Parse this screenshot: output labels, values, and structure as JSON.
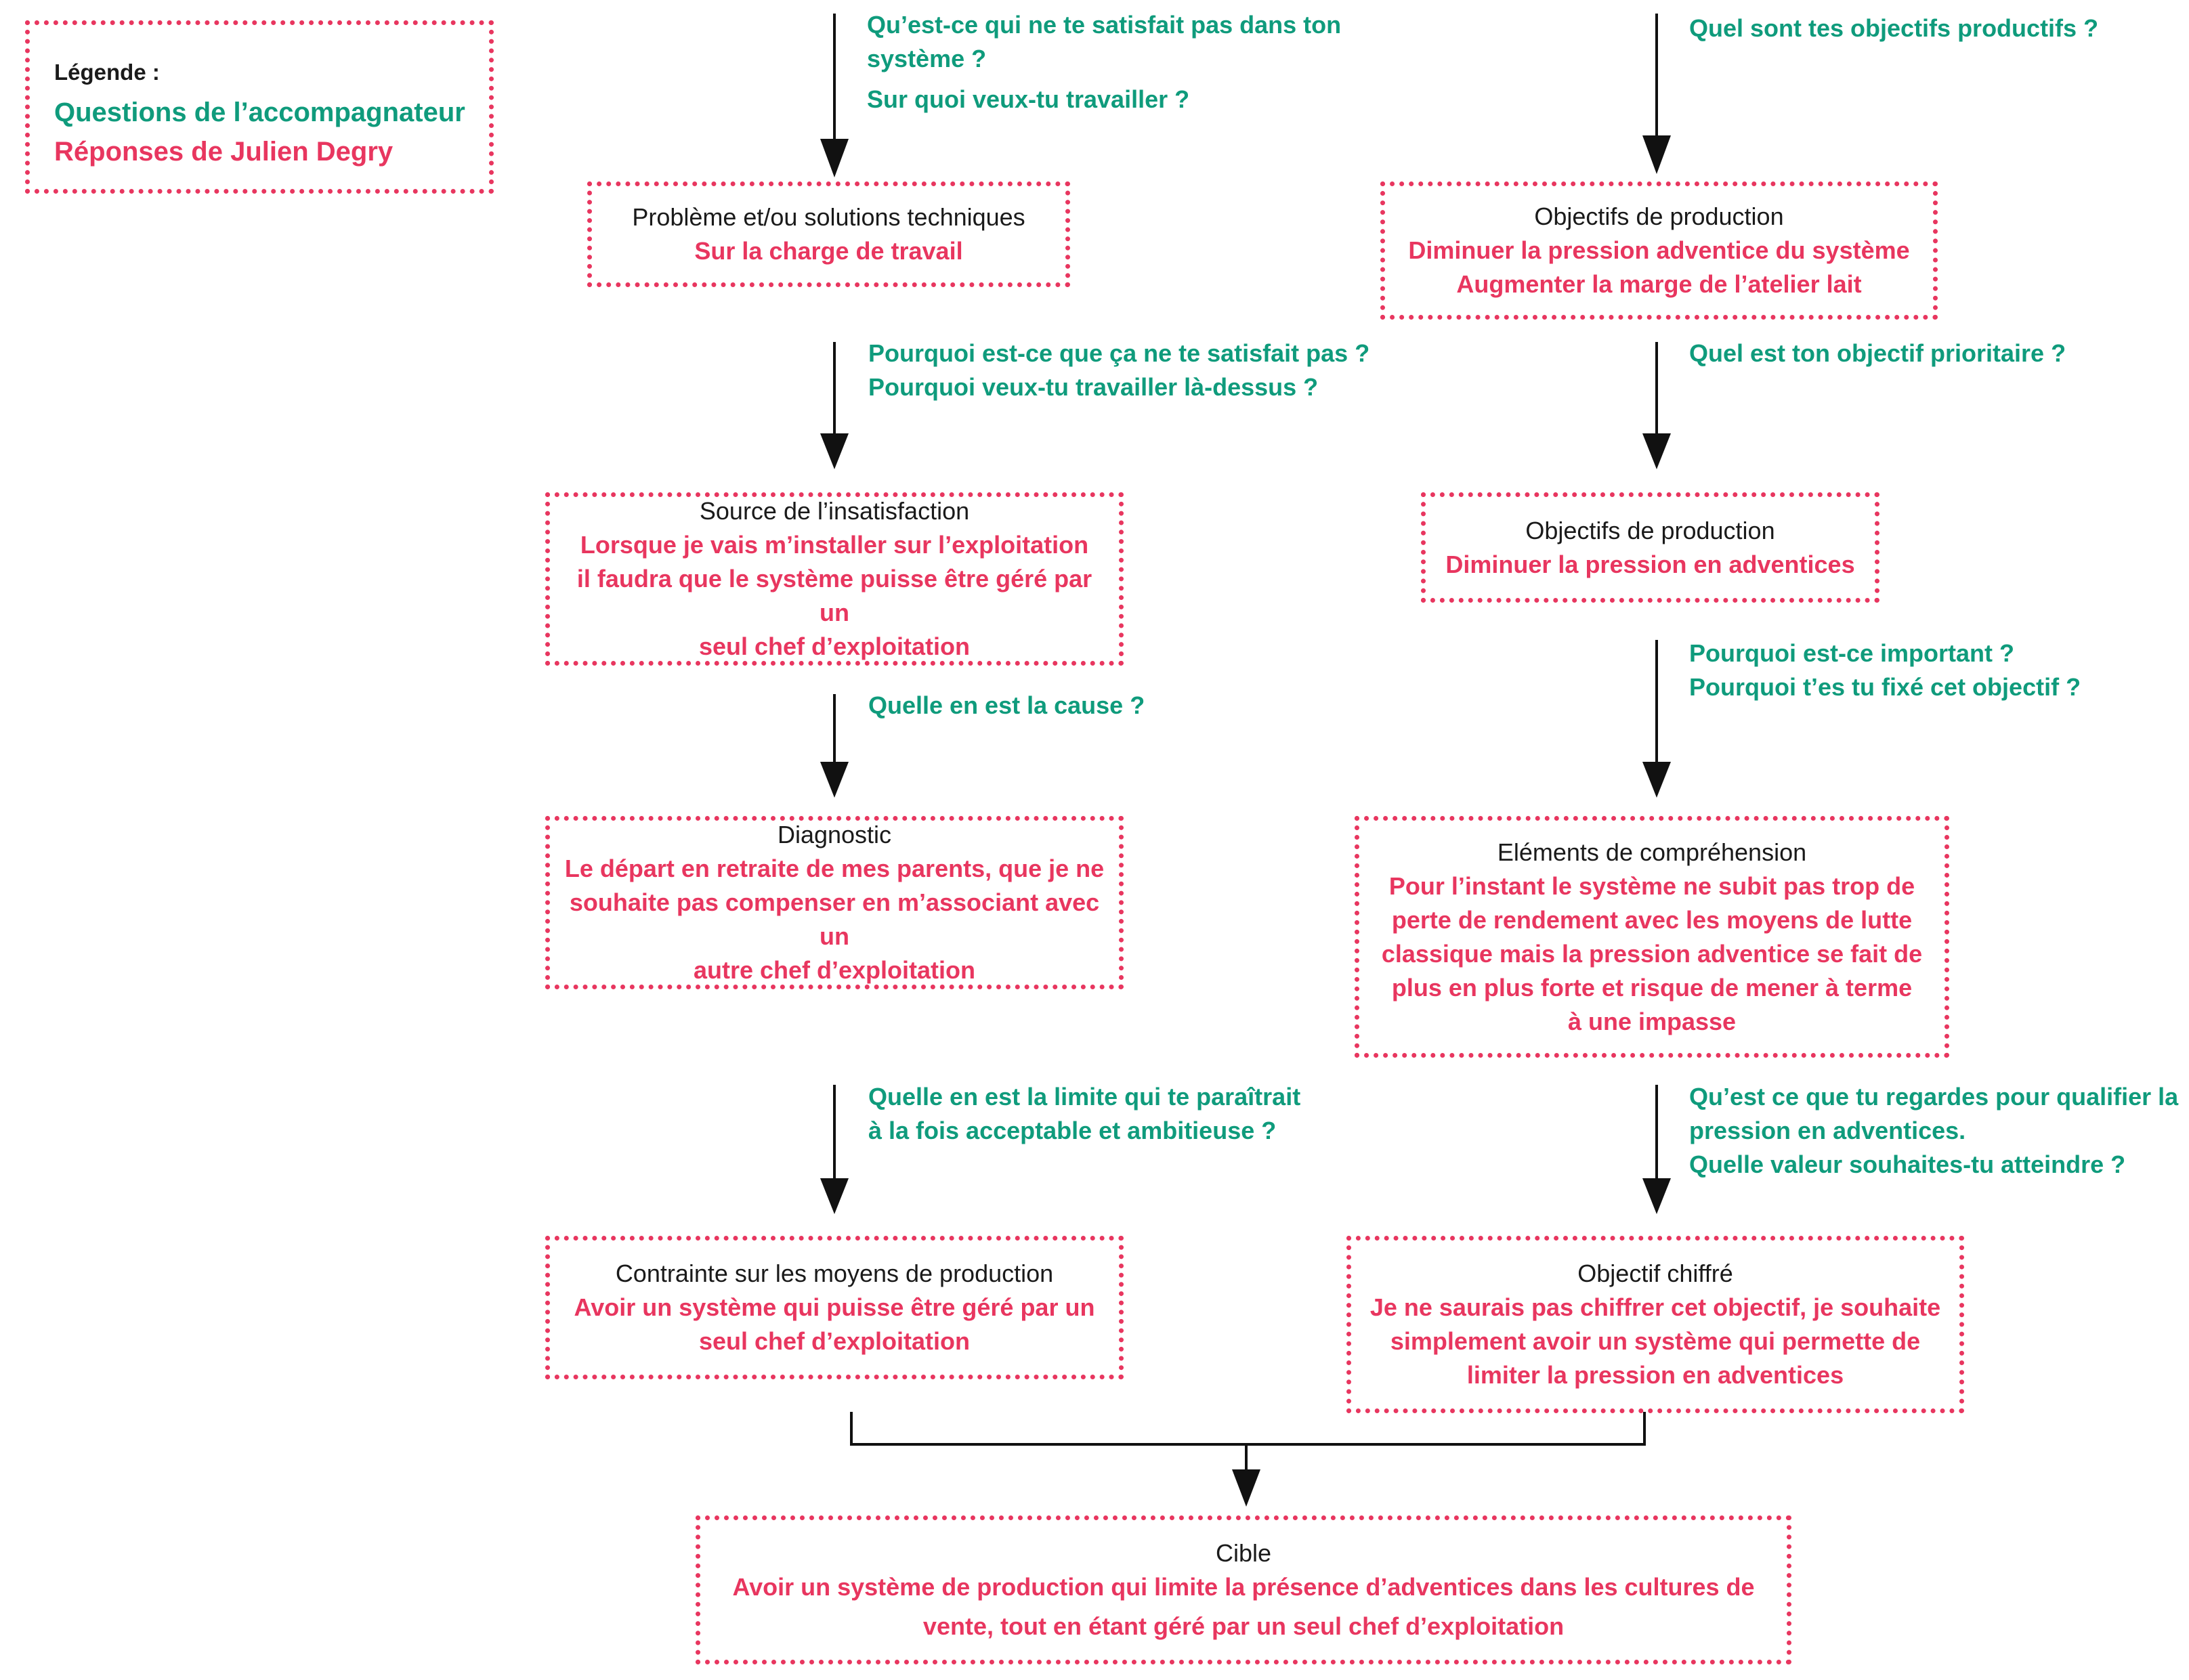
{
  "legend": {
    "title": "Légende :",
    "questions_label": "Questions de l’accompagnateur",
    "answers_label": "Réponses de Julien Degry"
  },
  "left": {
    "q1": [
      "Qu’est-ce qui ne te satisfait pas dans ton",
      "système ?",
      "Sur quoi veux-tu travailler ?"
    ],
    "box1": {
      "title": "Problème et/ou solutions techniques",
      "answer": [
        "Sur la charge de travail"
      ]
    },
    "q2": [
      "Pourquoi est-ce que ça ne te satisfait pas ?",
      "Pourquoi veux-tu travailler là-dessus ?"
    ],
    "box2": {
      "title": "Source de l’insatisfaction",
      "answer": [
        "Lorsque je vais m’installer sur l’exploitation",
        "il faudra que le système puisse être géré par un",
        "seul chef d’exploitation"
      ]
    },
    "q3": [
      "Quelle en est la cause ?"
    ],
    "box3": {
      "title": "Diagnostic",
      "answer": [
        "Le départ en retraite de mes parents, que je ne",
        "souhaite pas compenser en m’associant avec un",
        "autre chef d’exploitation"
      ]
    },
    "q4": [
      "Quelle en est la limite qui te paraîtrait",
      "à la fois acceptable et ambitieuse ?"
    ],
    "box4": {
      "title": "Contrainte sur les moyens de production",
      "answer": [
        "Avoir un système qui puisse être géré par un",
        "seul chef d’exploitation"
      ]
    }
  },
  "right": {
    "q1": [
      "Quel sont tes objectifs productifs ?"
    ],
    "box1": {
      "title": "Objectifs de production",
      "answer": [
        "Diminuer la pression adventice du système",
        "Augmenter la marge de l’atelier lait"
      ]
    },
    "q2": [
      "Quel est ton objectif prioritaire ?"
    ],
    "box2": {
      "title": "Objectifs de production",
      "answer": [
        "Diminuer la pression en adventices"
      ]
    },
    "q3": [
      "Pourquoi est-ce important ?",
      "Pourquoi t’es tu fixé cet objectif ?"
    ],
    "box3": {
      "title": "Eléments de compréhension",
      "answer": [
        "Pour l’instant le système ne subit pas trop de",
        "perte de rendement avec les moyens de lutte",
        "classique mais la pression adventice se fait de",
        "plus en plus forte et risque de mener à terme",
        "à une impasse"
      ]
    },
    "q4": [
      "Qu’est ce que tu regardes pour qualifier la",
      "pression en adventices.",
      "Quelle valeur souhaites-tu atteindre ?"
    ],
    "box4": {
      "title": "Objectif chiffré",
      "answer": [
        "Je ne saurais pas chiffrer cet objectif, je souhaite",
        "simplement avoir un système qui permette de",
        "limiter la pression en adventices"
      ]
    }
  },
  "target": {
    "title": "Cible",
    "answer": [
      "Avoir un système de production qui limite la présence d’adventices dans les cultures de",
      "vente, tout en étant géré par un seul chef d’exploitation"
    ]
  },
  "colors": {
    "question": "#0f9b7c",
    "answer": "#e8365f",
    "text": "#1a1a1a",
    "arrow": "#111111"
  }
}
